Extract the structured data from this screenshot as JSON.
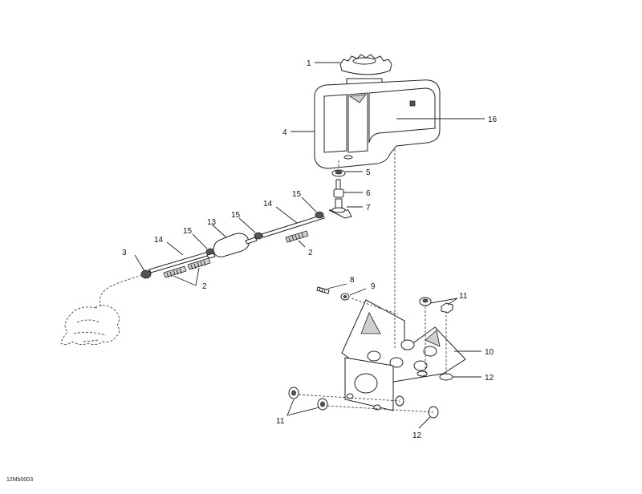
{
  "diagram": {
    "reference_code": "12Mb0003",
    "callouts": {
      "c1": "1",
      "c2a": "2",
      "c2b": "2",
      "c3": "3",
      "c4": "4",
      "c5": "5",
      "c6": "6",
      "c7": "7",
      "c8": "8",
      "c9": "9",
      "c10": "10",
      "c11a": "11",
      "c11b": "11",
      "c12a": "12",
      "c12b": "12",
      "c13": "13",
      "c14a": "14",
      "c14b": "14",
      "c15a": "15",
      "c15b": "15",
      "c15c": "15",
      "c16": "16"
    }
  }
}
